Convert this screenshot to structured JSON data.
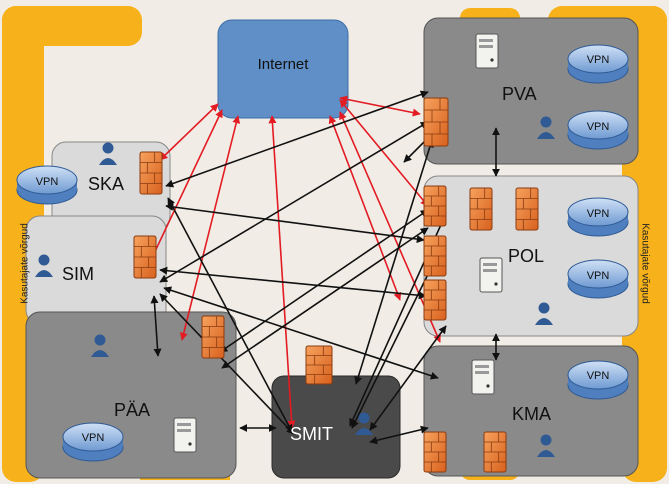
{
  "nodes": {
    "internet": "Internet",
    "pva": "PVA",
    "ska": "SKA",
    "sim": "SIM",
    "pol": "POL",
    "paa": "PÄA",
    "kma": "KMA",
    "smit": "SMIT"
  },
  "vpn_label": "VPN",
  "side_label_left": "Kasutajate võrgud",
  "side_label_right": "Kasutajate võrgud",
  "colors": {
    "orange": "#f7b21b",
    "grey_dark": "#8a8a8a",
    "grey_light": "#dadada",
    "internet_blue": "#5f8fc6",
    "smit_dark": "#4a4a4a",
    "red_link": "#e31b23",
    "black_link": "#111111"
  }
}
